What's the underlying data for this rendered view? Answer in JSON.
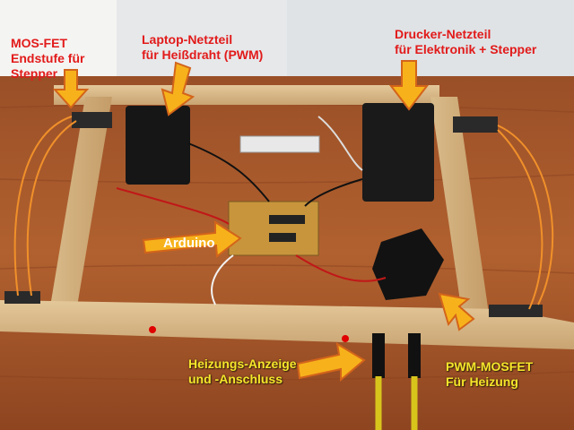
{
  "labels": {
    "mosfet_stepper": "MOS-FET\nEndstufe für\nStepper",
    "laptop_psu": "Laptop-Netzteil\nfür Heißdraht (PWM)",
    "printer_psu": "Drucker-Netzteil\nfür Elektronik + Stepper",
    "arduino": "Arduino",
    "heating_indicator": "Heizungs-Anzeige\nund -Anschluss",
    "pwm_mosfet": "PWM-MOSFET\nFür Heizung"
  },
  "colors": {
    "label_red": "#e21a1a",
    "label_yellow": "#f6e62a",
    "arrow_fill": "#f7b21b",
    "arrow_outline": "#d3641a",
    "board_wood": "#a7592c",
    "frame_wood": "#d8b784"
  }
}
